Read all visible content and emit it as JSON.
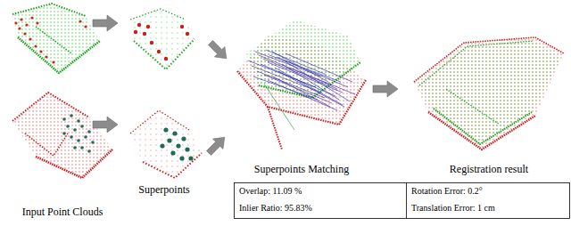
{
  "diagram": {
    "labels": [
      "Input Point Clouds",
      "Superpoints",
      "Superpoints Matching",
      "Registration result",
      "Overlap: 11.09 %",
      "Inlier Ratio: 95.83%",
      "Rotation Error: 0.2°",
      "Translation Error: 1 cm"
    ]
  }
}
